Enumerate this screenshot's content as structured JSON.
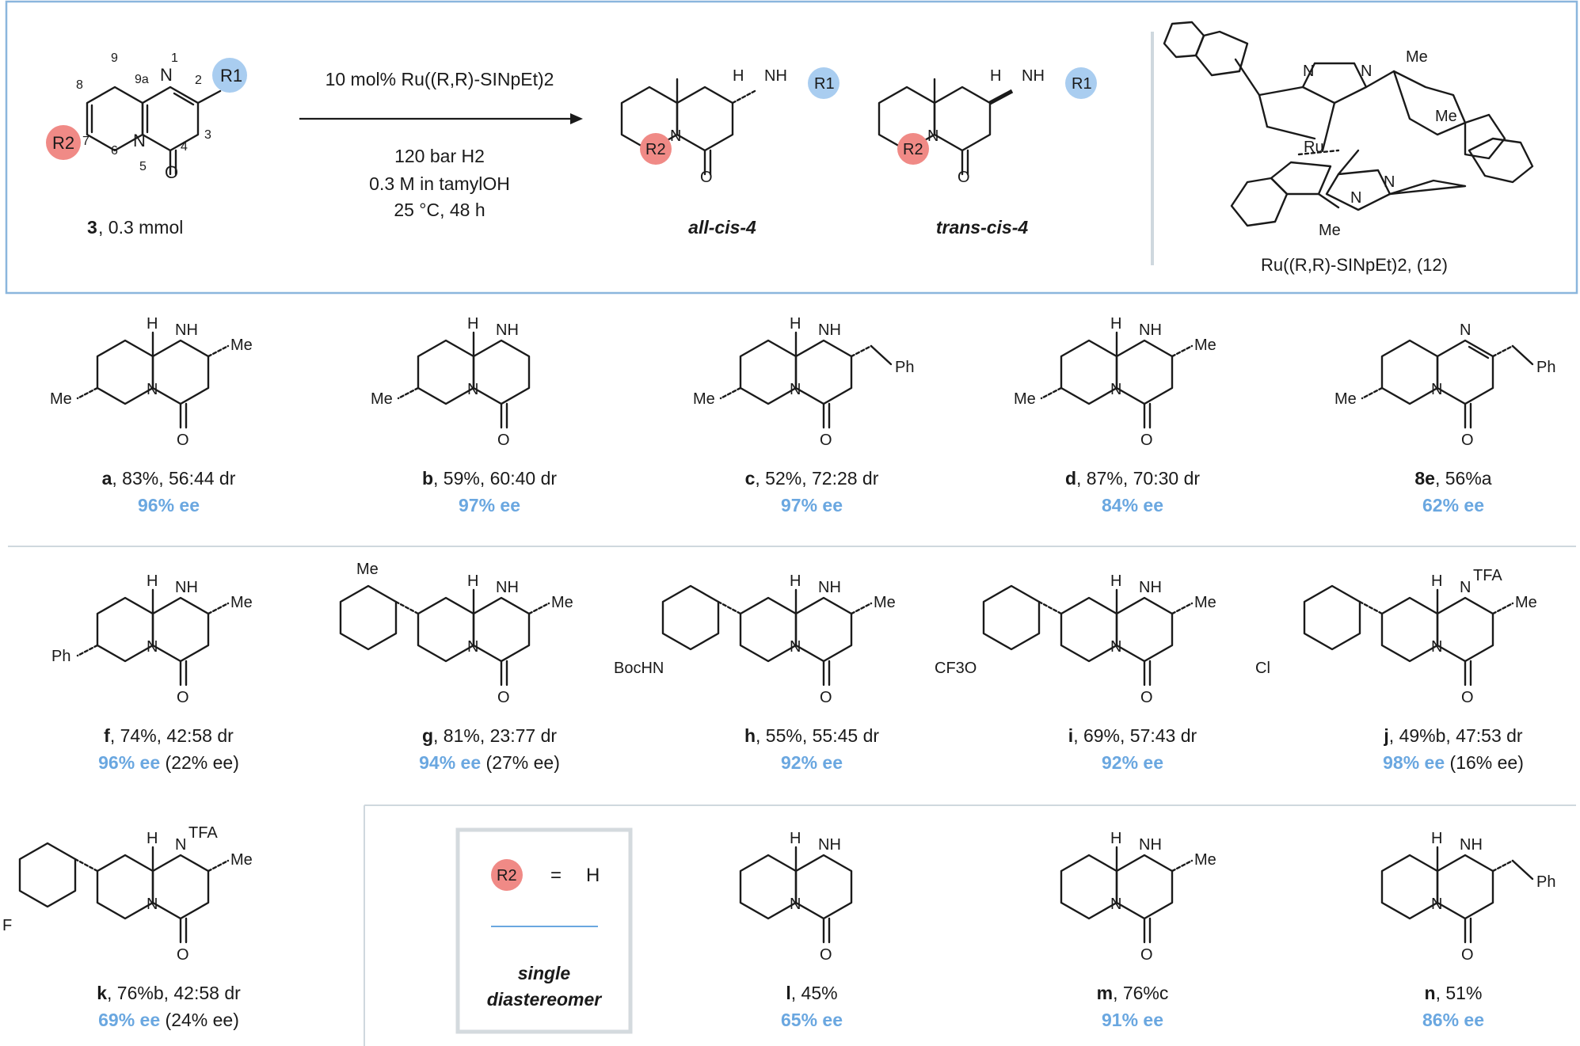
{
  "colors": {
    "r1_circle": "#a9cdf0",
    "r2_circle": "#f08a86",
    "ee_text": "#6aa7e0",
    "frame": "#8bb6dd",
    "divider": "#cfd8de"
  },
  "header": {
    "start_compound": "3",
    "start_amount": ", 0.3 mmol",
    "conditions": [
      "10 mol% Ru((R,R)-SINpEt)2",
      "120 bar H2",
      "0.3 M in tamylOH",
      "25 °C, 48 h"
    ],
    "product_all_cis": "all-cis-4",
    "product_trans_cis": "trans-cis-4",
    "catalyst_name": "Ru((R,R)-SINpEt)2, (12)",
    "atom_numbers": [
      "1",
      "2",
      "3",
      "4",
      "5",
      "6",
      "7",
      "8",
      "9",
      "9a"
    ],
    "group_labels": {
      "r1": "R1",
      "r2": "R2",
      "metal": "Ru",
      "me": "Me",
      "h": "H",
      "n": "N",
      "nh": "NH",
      "o": "O"
    }
  },
  "products": [
    {
      "id": "a",
      "yield": "83%",
      "dr": "56:44 dr",
      "ee": "96% ee",
      "ee_minor": ""
    },
    {
      "id": "b",
      "yield": "59%",
      "dr": "60:40 dr",
      "ee": "97% ee",
      "ee_minor": ""
    },
    {
      "id": "c",
      "yield": "52%",
      "dr": "72:28 dr",
      "ee": "97% ee",
      "ee_minor": ""
    },
    {
      "id": "d",
      "yield": "87%",
      "dr": "70:30 dr",
      "ee": "84% ee",
      "ee_minor": ""
    },
    {
      "id": "8e",
      "yield": "56%a",
      "dr": "",
      "ee": "62% ee",
      "ee_minor": ""
    },
    {
      "id": "f",
      "yield": "74%",
      "dr": "42:58 dr",
      "ee": "96% ee",
      "ee_minor": "(22% ee)"
    },
    {
      "id": "g",
      "yield": "81%",
      "dr": "23:77 dr",
      "ee": "94% ee",
      "ee_minor": "(27% ee)"
    },
    {
      "id": "h",
      "yield": "55%",
      "dr": "55:45 dr",
      "ee": "92% ee",
      "ee_minor": ""
    },
    {
      "id": "i",
      "yield": "69%",
      "dr": "57:43 dr",
      "ee": "92% ee",
      "ee_minor": ""
    },
    {
      "id": "j",
      "yield": "49%b",
      "dr": "47:53 dr",
      "ee": "98% ee",
      "ee_minor": "(16% ee)"
    },
    {
      "id": "k",
      "yield": "76%b",
      "dr": "42:58 dr",
      "ee": "69% ee",
      "ee_minor": "(24% ee)"
    },
    {
      "id": "l",
      "yield": "45%",
      "dr": "",
      "ee": "65% ee",
      "ee_minor": ""
    },
    {
      "id": "m",
      "yield": "76%c",
      "dr": "",
      "ee": "91% ee",
      "ee_minor": ""
    },
    {
      "id": "n",
      "yield": "51%",
      "dr": "",
      "ee": "86% ee",
      "ee_minor": ""
    }
  ],
  "substituents": {
    "me": "Me",
    "ph": "Ph",
    "tfa": "TFA",
    "bochn": "BocHN",
    "cf3o": "CF3O",
    "cl": "Cl",
    "f": "F"
  },
  "legend": {
    "r2_label": "R2",
    "equals": "=",
    "value": "H",
    "caption_line1": "single",
    "caption_line2": "diastereomer"
  }
}
